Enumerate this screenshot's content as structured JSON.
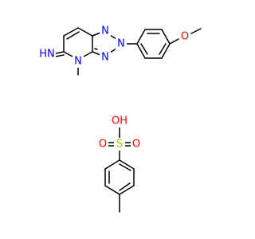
{
  "colors": {
    "background": "#ffffff",
    "bond": "#000000",
    "carbon": "#000000",
    "nitrogen": "#0000ff",
    "oxygen": "#ff0000",
    "sulfur": "#b8b800"
  },
  "atom_labels": {
    "imine": "HN",
    "n4": "N",
    "n1": "N",
    "n2": "N",
    "n3": "N",
    "methoxy_o": "O",
    "sulfonic_oh": "OH",
    "sulfonyl_s": "S",
    "sulfonyl_o_left": "O",
    "sulfonyl_o_right": "O"
  }
}
